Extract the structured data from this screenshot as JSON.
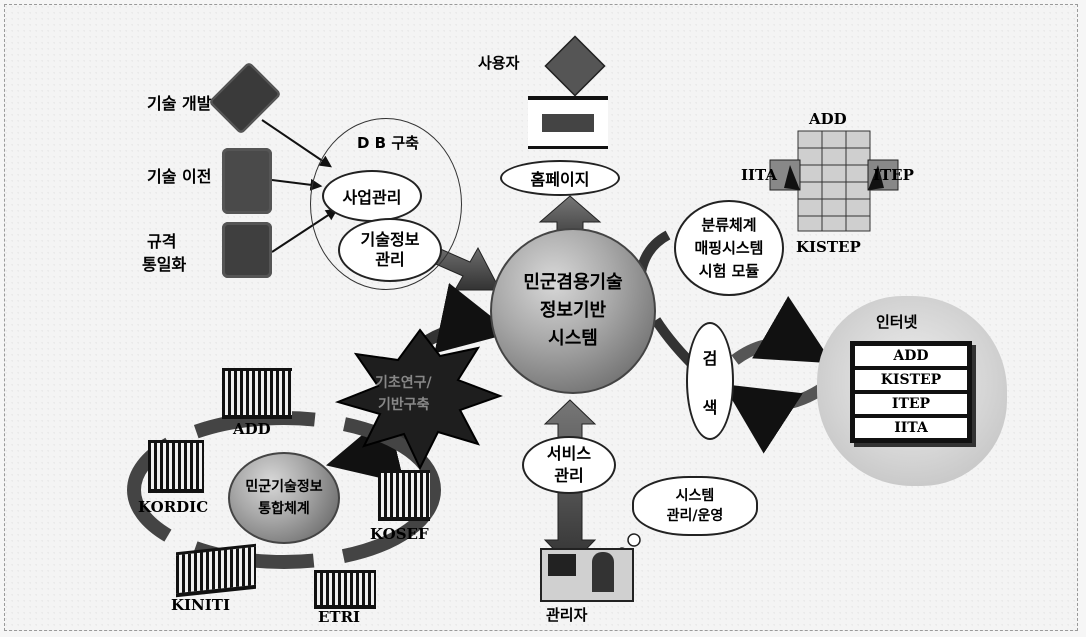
{
  "labels": {
    "tech_dev": "기술 개발",
    "tech_transfer": "기술 이전",
    "standard_1": "규격",
    "standard_2": "통일화",
    "db_build": "D B 구축",
    "business_mgmt": "사업관리",
    "tech_info_1": "기술정보",
    "tech_info_2": "관리",
    "user": "사용자",
    "homepage": "홈페이지",
    "center_1": "민군겸용기술",
    "center_2": "정보기반",
    "center_3": "시스템",
    "classification_1": "분류체계",
    "classification_2": "매핑시스템",
    "classification_3": "시험 모듈",
    "search_1": "검",
    "search_2": "색",
    "internet": "인터넷",
    "service_1": "서비스",
    "service_2": "관리",
    "admin": "관리자",
    "sys_ops_1": "시스템",
    "sys_ops_2": "관리/운영",
    "starburst_1": "기초연구/",
    "starburst_2": "기반구축",
    "integration_1": "민군기술정보",
    "integration_2": "통합체계"
  },
  "top_right_orgs": {
    "top": "ADD",
    "left": "IITA",
    "right": "ITEP",
    "bottom": "KISTEP"
  },
  "internet_table": [
    "ADD",
    "KISTEP",
    "ITEP",
    "IITA"
  ],
  "bottom_left_orgs": {
    "add": "ADD",
    "kordic": "KORDIC",
    "kosef": "KOSEF",
    "kiniti": "KINITI",
    "etri": "ETRI"
  }
}
